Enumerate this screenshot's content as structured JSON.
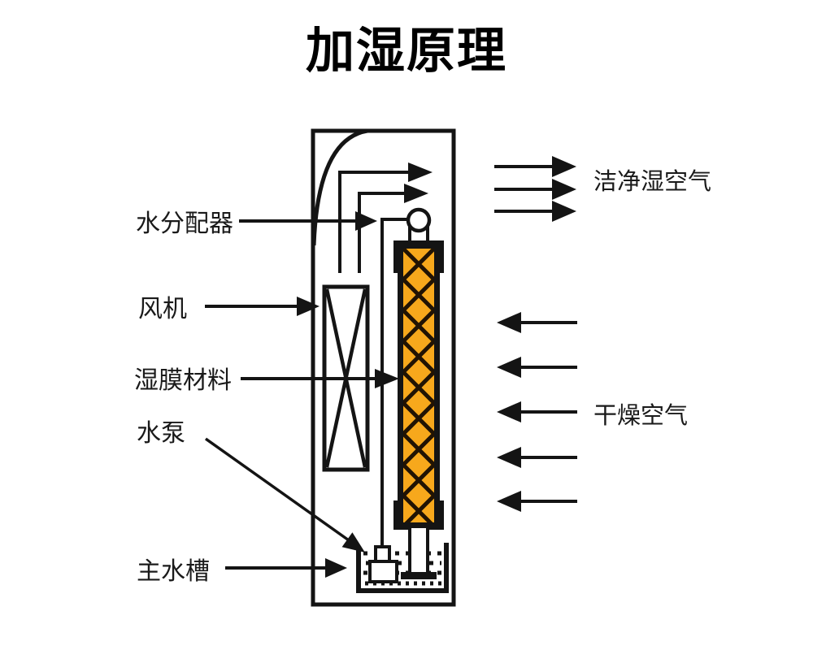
{
  "title": "加湿原理",
  "labels": {
    "water_distributor": "水分配器",
    "fan": "风机",
    "wet_membrane": "湿膜材料",
    "water_pump": "水泵",
    "main_tank": "主水槽",
    "clean_humid_air": "洁净湿空气",
    "dry_air": "干燥空气"
  },
  "colors": {
    "ink": "#141414",
    "membrane_orange": "#F7A81C",
    "lattice_line": "#211303",
    "bg": "#FFFFFF"
  },
  "diagram": {
    "type": "schematic",
    "description_parts": [
      "cabinet-outline",
      "inlet-duct-curve",
      "fan",
      "wet-membrane-column",
      "water-distributor-ball",
      "pump-to-distributor-pipe",
      "water-pump",
      "main-water-tank",
      "clean-humid-air-outflow-arrows",
      "dry-air-inflow-arrows"
    ],
    "clean_air_arrow_count": 3,
    "dry_air_arrow_count": 5
  }
}
